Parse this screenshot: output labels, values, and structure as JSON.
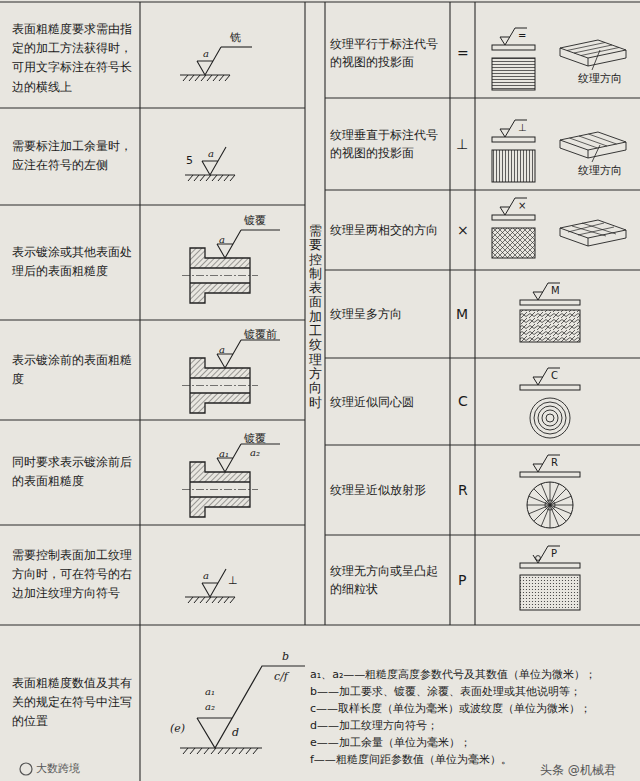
{
  "diagram": {
    "labels": [
      "表面粗糙度要求需由指定的加工方法获得时，可用文字标注在符号长边的横线上",
      "铣",
      "a",
      "需要标注加工余量时，应注在符号的左侧",
      "5",
      "a",
      "表示镀涂或其他表面处理后的表面粗糙度",
      "镀覆",
      "a",
      "表示镀涂前的表面粗糙度",
      "镀覆前",
      "a",
      "同时要求表示镀涂前后的表面粗糙度",
      "镀覆",
      "a₁",
      "a₂",
      "需要控制表面加工纹理方向时，可在符号的右边加注纹理方向符号",
      "a",
      "⊥",
      "表面粗糙度数值及其有关的规定在符号中注写的位置",
      "b",
      "c/f",
      "a₁",
      "a₂",
      "(e)",
      "d",
      "a₁、a₂——粗糙度高度参数代号及其数值（单位为微米）；",
      "b——加工要求、镀覆、涂覆、表面处理或其他说明等；",
      "c——取样长度（单位为毫米）或波纹度（单位为微米）；",
      "d——加工纹理方向符号；",
      "e——加工余量（单位为毫米）；",
      "f——粗糙度间距参数值（单位为毫米）。",
      "需要控制表面加工纹理方向时",
      "纹理平行于标注代号的视图的投影面",
      "=",
      "=",
      "纹理方向",
      "纹理垂直于标注代号的视图的投影面",
      "⊥",
      "⊥",
      "纹理方向",
      "纹理呈两相交的方向",
      "×",
      "×",
      "纹理呈多方向",
      "M",
      "M",
      "纹理近似同心圆",
      "C",
      "C",
      "纹理呈近似放射形",
      "R",
      "R",
      "纹理无方向或呈凸起的细粒状",
      "P",
      "P",
      "大数跨境",
      "头条 @机械君"
    ]
  }
}
